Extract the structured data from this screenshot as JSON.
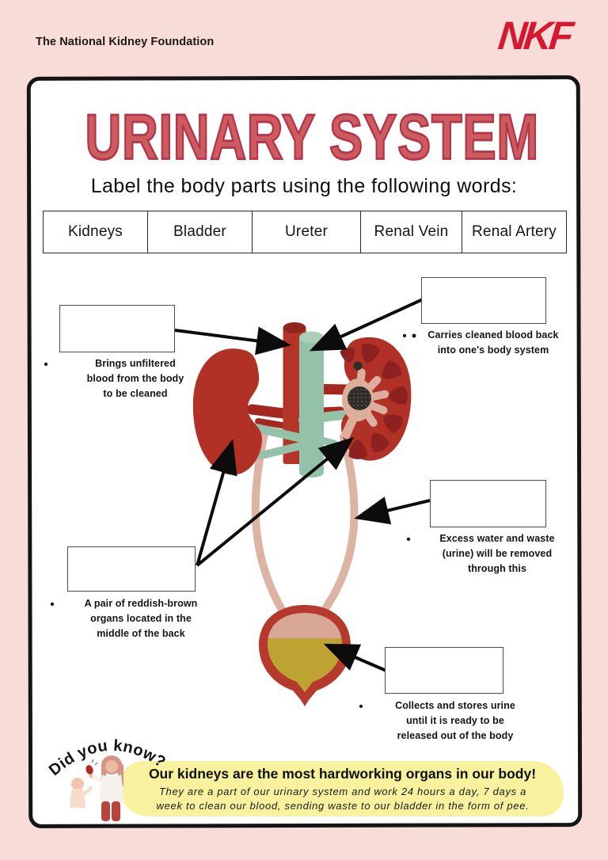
{
  "header": {
    "org_name": "The National Kidney Foundation",
    "logo": "NKF"
  },
  "worksheet": {
    "title": "URINARY SYSTEM",
    "instruction": "Label the body parts using the following words:",
    "word_bank": [
      "Kidneys",
      "Bladder",
      "Ureter",
      "Renal Vein",
      "Renal Artery"
    ],
    "bullet_char": "•",
    "labels": [
      {
        "id": "renal-artery",
        "box_value": "",
        "description": "Brings unfiltered\nblood from the body\nto be cleaned"
      },
      {
        "id": "renal-vein",
        "box_value": "",
        "description": "Carries cleaned blood back\ninto one's body system"
      },
      {
        "id": "ureter",
        "box_value": "",
        "description": "Excess water and waste\n(urine) will be removed\nthrough this"
      },
      {
        "id": "kidneys",
        "box_value": "",
        "description": "A pair of reddish-brown\norgans located in the\nmiddle of the back"
      },
      {
        "id": "bladder",
        "box_value": "",
        "description": "Collects and stores urine\nuntil it is ready to be\nreleased out of the body"
      }
    ],
    "did_you_know": {
      "heading": "Did you know?",
      "fact_bold": "Our kidneys are the most hardworking organs in our body!",
      "fact_italic": "They are a part of our urinary system and work 24 hours a day, 7 days a\nweek to clean our blood, sending waste to our bladder in the form of pee."
    }
  },
  "colors": {
    "page_background": "#f8dcd7",
    "brand_red": "#d5182f",
    "title_fill": "#cd5b60",
    "title_outline": "#b23649",
    "highlight_yellow": "#f8f19d",
    "kidney_red": "#b23127",
    "pyramid_dark_red": "#8d2120",
    "pelvis_pink": "#dcae9c",
    "artery_red": "#b23528",
    "vein_teal": "#94c2a8",
    "ureter_pink": "#ddb3a3",
    "urine_yellow": "#bda332",
    "bladder_inner_pink": "#d9a795"
  }
}
